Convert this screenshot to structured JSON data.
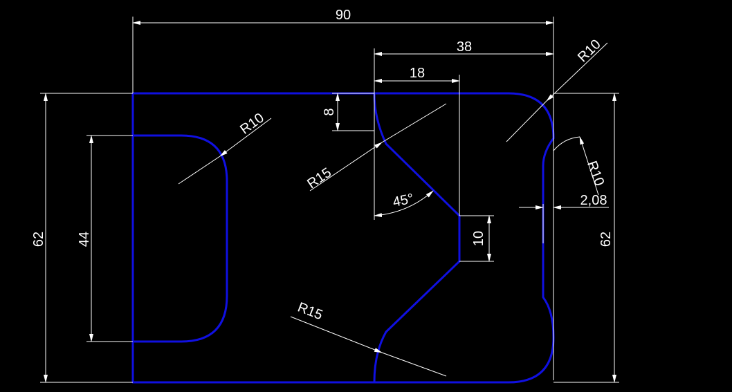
{
  "colors": {
    "background": "#000000",
    "outline": "#1010e0",
    "dimension": "#ffffff"
  },
  "dimensions": {
    "overall_width": "90",
    "right_width": "38",
    "slot_width": "18",
    "overall_height_left": "62",
    "overall_height_right": "62",
    "pocket_height": "44",
    "top_depth": "8",
    "step_height": "10",
    "angle": "45°",
    "offset": "2,08",
    "radius_pocket": "R10",
    "radius_top_right": "R10",
    "radius_right_notch": "R10",
    "radius_upper_slot": "R15",
    "radius_lower_slot": "R15"
  }
}
